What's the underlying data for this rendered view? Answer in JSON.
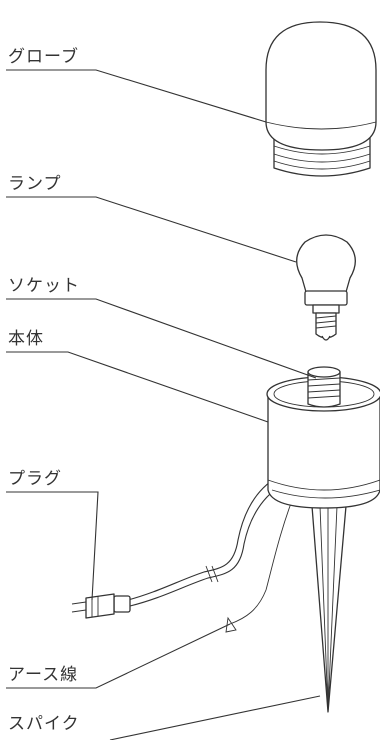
{
  "labels": {
    "globe": "グローブ",
    "lamp": "ランプ",
    "socket": "ソケット",
    "body": "本体",
    "plug": "プラグ",
    "earth_wire": "アース線",
    "spike": "スパイク"
  }
}
